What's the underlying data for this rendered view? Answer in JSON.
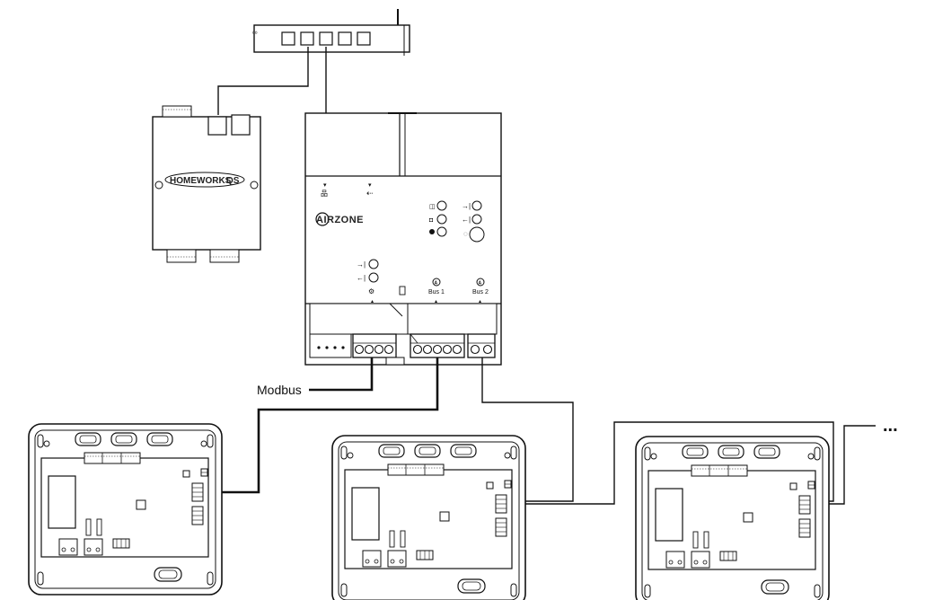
{
  "switch": {
    "ports": 5
  },
  "homeworks": {
    "brand": "HOMEWORKS",
    "model": "QS"
  },
  "airzone": {
    "brand": "AIRZONE",
    "bus1_label": "Bus 1",
    "bus2_label": "Bus 2"
  },
  "modbus_label": "Modbus",
  "continuation": "...",
  "colors": {
    "line": "#111111",
    "panel": "#f7f7f7"
  }
}
